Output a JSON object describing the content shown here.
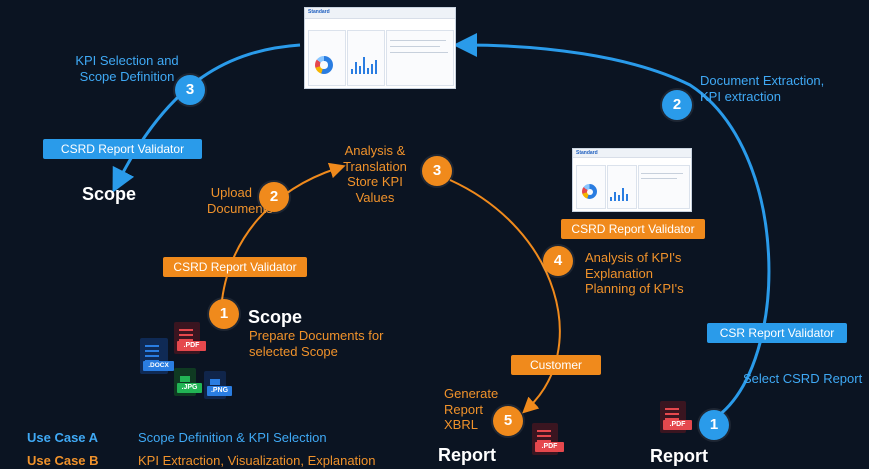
{
  "outer_cycle": {
    "step3_text": [
      "KPI Selection and",
      "Scope Definition"
    ],
    "step2_text": [
      "Document Extraction,",
      "KPI extraction"
    ],
    "step1_text": "Select CSRD Report",
    "badge_left": "CSRD Report Validator",
    "badge_right": "CSR Report Validator",
    "scope_heading": "Scope",
    "report_heading": "Report",
    "num1": "1",
    "num2": "2",
    "num3": "3"
  },
  "inner_cycle": {
    "upload_text": [
      "Upload",
      "Documents"
    ],
    "analysis_text": [
      "Analysis &",
      "Translation",
      "Store KPI",
      "Values"
    ],
    "kpi_analysis_text": [
      "Analysis of KPI's",
      "Explanation",
      "Planning of KPI's"
    ],
    "prepare_text": [
      "Prepare Documents for",
      "selected Scope"
    ],
    "generate_text": [
      "Generate",
      "Report",
      "XBRL"
    ],
    "badge_upload": "CSRD Report Validator",
    "badge_analysis": "CSRD Report Validator",
    "badge_customer": "Customer",
    "scope_heading": "Scope",
    "report_heading": "Report",
    "num1": "1",
    "num2": "2",
    "num3": "3",
    "num4": "4",
    "num5": "5"
  },
  "file_types": {
    "docx": ".DOCX",
    "pdf": ".PDF",
    "jpg": ".JPG",
    "png": ".PNG"
  },
  "screenshot": {
    "brand": "Standard"
  },
  "legend": [
    {
      "key": "Use Case A",
      "value": "Scope Definition & KPI Selection",
      "color": "#3fa9f5"
    },
    {
      "key": "Use Case B",
      "value": "KPI Extraction, Visualization, Explanation",
      "color": "#f0922b"
    }
  ],
  "colors": {
    "blue": "#2a9bea",
    "orange": "#f08a1c",
    "background": "#0b1422"
  }
}
